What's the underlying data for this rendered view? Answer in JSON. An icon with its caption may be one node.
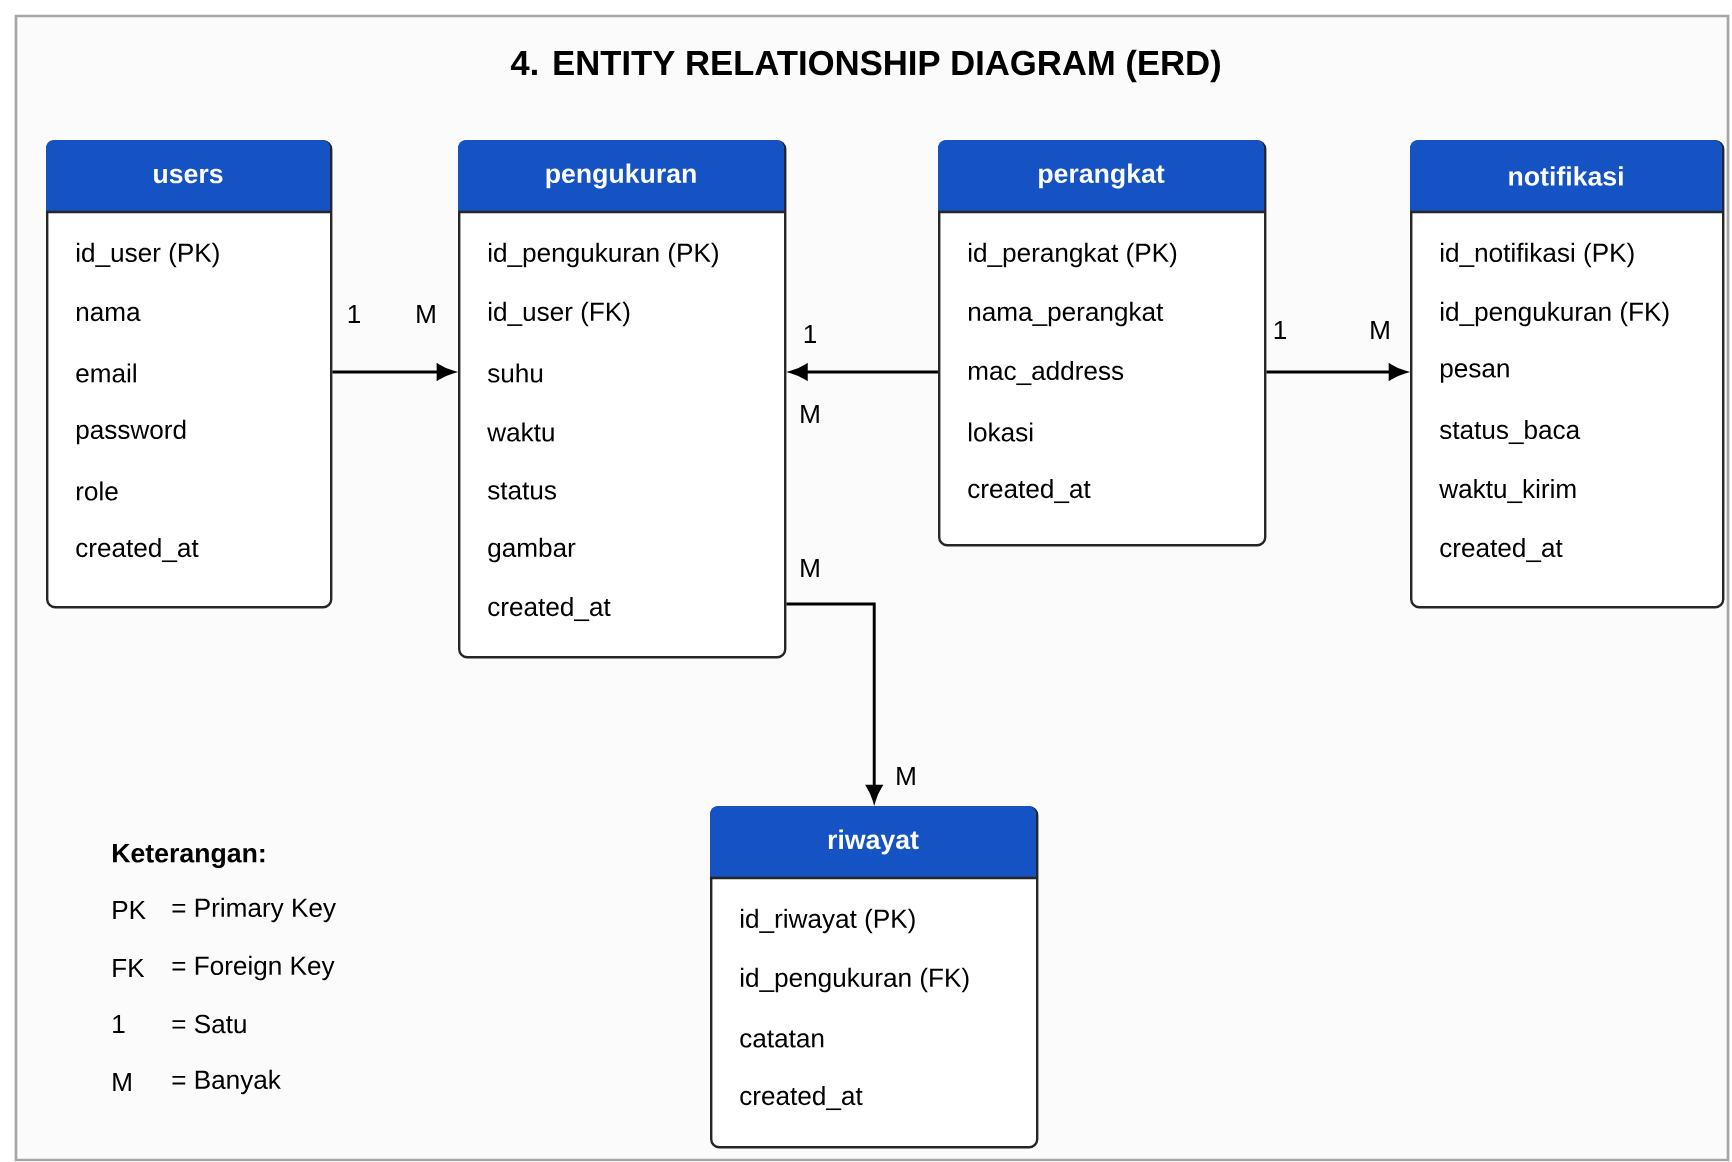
{
  "diagram": {
    "title": "4. ENTITY RELATIONSHIP DIAGRAM (ERD)",
    "nodes": [
      {
        "text": [
          "users",
          "id_user (PK)",
          "nama",
          "email",
          "password",
          "role",
          "created_at"
        ]
      },
      {
        "text": [
          "pengukuran",
          "id_pengukuran (PK)",
          "id_user (FK)",
          "suhu",
          "waktu",
          "status",
          "gambar",
          "created_at"
        ]
      },
      {
        "text": [
          "perangkat",
          "id_perangkat (PK)",
          "nama_perangkat",
          "mac_address",
          "lokasi",
          "created_at"
        ]
      },
      {
        "text": [
          "notifikasi",
          "id_notifikasi (PK)",
          "id_pengukuran (FK)",
          "pesan",
          "status_baca",
          "waktu_kirim",
          "created_at"
        ]
      },
      {
        "text": [
          "riwayat",
          "id_riwayat (PK)",
          "id_pengukuran (FK)",
          "catatan",
          "created_at"
        ]
      }
    ],
    "edges": [
      {
        "from": 0,
        "to": 1,
        "arrow": "to"
      },
      {
        "from": 2,
        "to": 1,
        "arrow": "to"
      },
      {
        "from": 2,
        "to": 3,
        "arrow": "to"
      },
      {
        "from": 1,
        "to": 4,
        "arrow": "to"
      }
    ],
    "labels": [
      "1",
      "M",
      "1",
      "1",
      "M",
      "M",
      "M",
      "M",
      "Keterangan:",
      "PK",
      "= Primary Key",
      "FK",
      "= Foreign Key",
      "1",
      "= Satu",
      "M",
      "= Banyak"
    ]
  }
}
